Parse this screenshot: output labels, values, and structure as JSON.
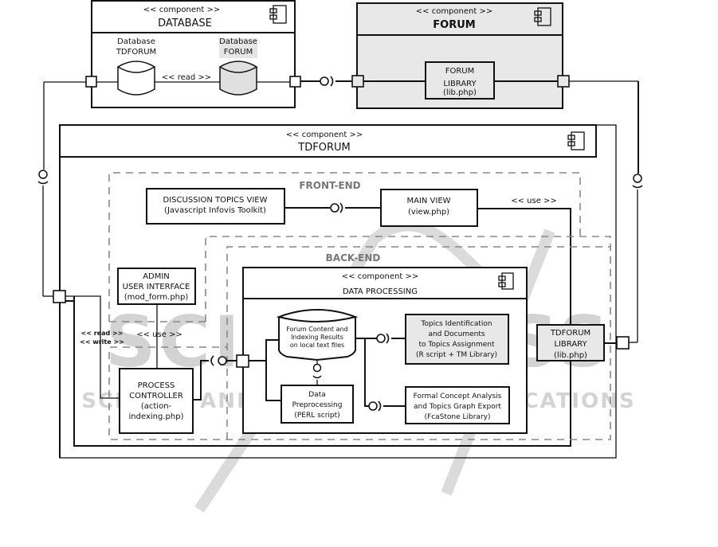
{
  "stereotype_component": "<< component >>",
  "watermark": {
    "big": "SCITEPRESS",
    "small": "SCIENCE AND TECHNOLOGY PUBLICATIONS"
  },
  "database": {
    "title": "DATABASE",
    "db_tdforum": [
      "Database",
      "TDFORUM"
    ],
    "db_forum": [
      "Database",
      "FORUM"
    ],
    "read_label": "<< read >>"
  },
  "forum": {
    "title": "FORUM",
    "library": [
      "FORUM",
      "LIBRARY",
      "(lib.php)"
    ]
  },
  "tdforum": {
    "title": "TDFORUM",
    "front_end": "FRONT-END",
    "back_end": "BACK-END",
    "discussion_view": [
      "DISCUSSION TOPICS VIEW",
      "(Javascript Infovis Toolkit)"
    ],
    "main_view": [
      "MAIN VIEW",
      "(view.php)"
    ],
    "use_label_top": "<< use >>",
    "admin_ui": [
      "ADMIN",
      "USER INTERFACE",
      "(mod_form.php)"
    ],
    "use_label_mid": "<< use >>",
    "read_write": [
      "<< read >>",
      "<< write >>"
    ],
    "process_controller": [
      "PROCESS",
      "CONTROLLER",
      "(action-",
      "indexing.php)"
    ],
    "tdforum_library": [
      "TDFORUM",
      "LIBRARY",
      "(lib.php)"
    ]
  },
  "data_processing": {
    "title": "DATA PROCESSING",
    "store": [
      "Forum Content and",
      "Indexing Results",
      "on local text files"
    ],
    "topics": [
      "Topics Identification",
      "and Documents",
      "to Topics Assignment",
      "(R script + TM Library)"
    ],
    "fca": [
      "Formal Concept Analysis",
      "and Topics Graph Export",
      "(FcaStone Library)"
    ],
    "preprocessing": [
      "Data",
      "Preprocessing",
      "(PERL script)"
    ]
  }
}
